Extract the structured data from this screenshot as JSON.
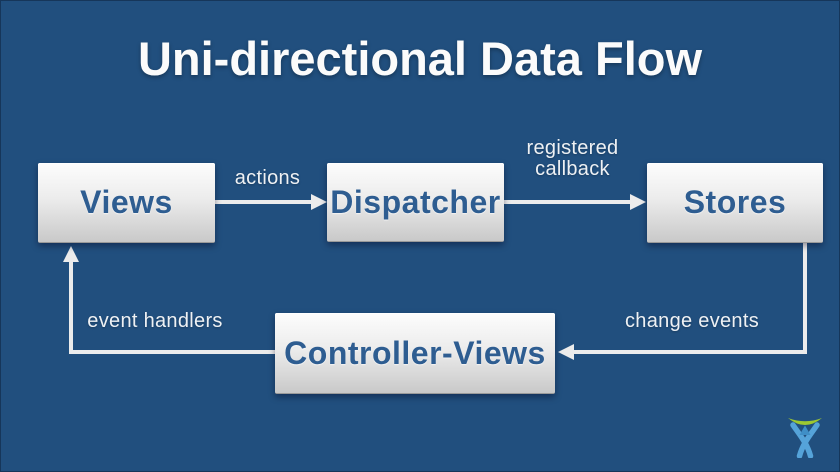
{
  "slide": {
    "title": "Uni-directional Data Flow"
  },
  "diagram": {
    "nodes": [
      {
        "id": "views",
        "label": "Views"
      },
      {
        "id": "dispatcher",
        "label": "Dispatcher"
      },
      {
        "id": "stores",
        "label": "Stores"
      },
      {
        "id": "controller_views",
        "label": "Controller-Views"
      }
    ],
    "edges": [
      {
        "from": "Views",
        "to": "Dispatcher",
        "label": "actions"
      },
      {
        "from": "Dispatcher",
        "to": "Stores",
        "label": "registered\ncallback"
      },
      {
        "from": "Stores",
        "to": "Controller-Views",
        "label": "change events"
      },
      {
        "from": "Controller-Views",
        "to": "Views",
        "label": "event handlers"
      }
    ]
  },
  "colors": {
    "background": "#214f7e",
    "node_text": "#2e5d91",
    "arrow": "#ececec",
    "logo_green": "#9dc832",
    "logo_blue": "#55a3d9"
  },
  "footer": {
    "logo": "atlassian-charlie-logo"
  }
}
